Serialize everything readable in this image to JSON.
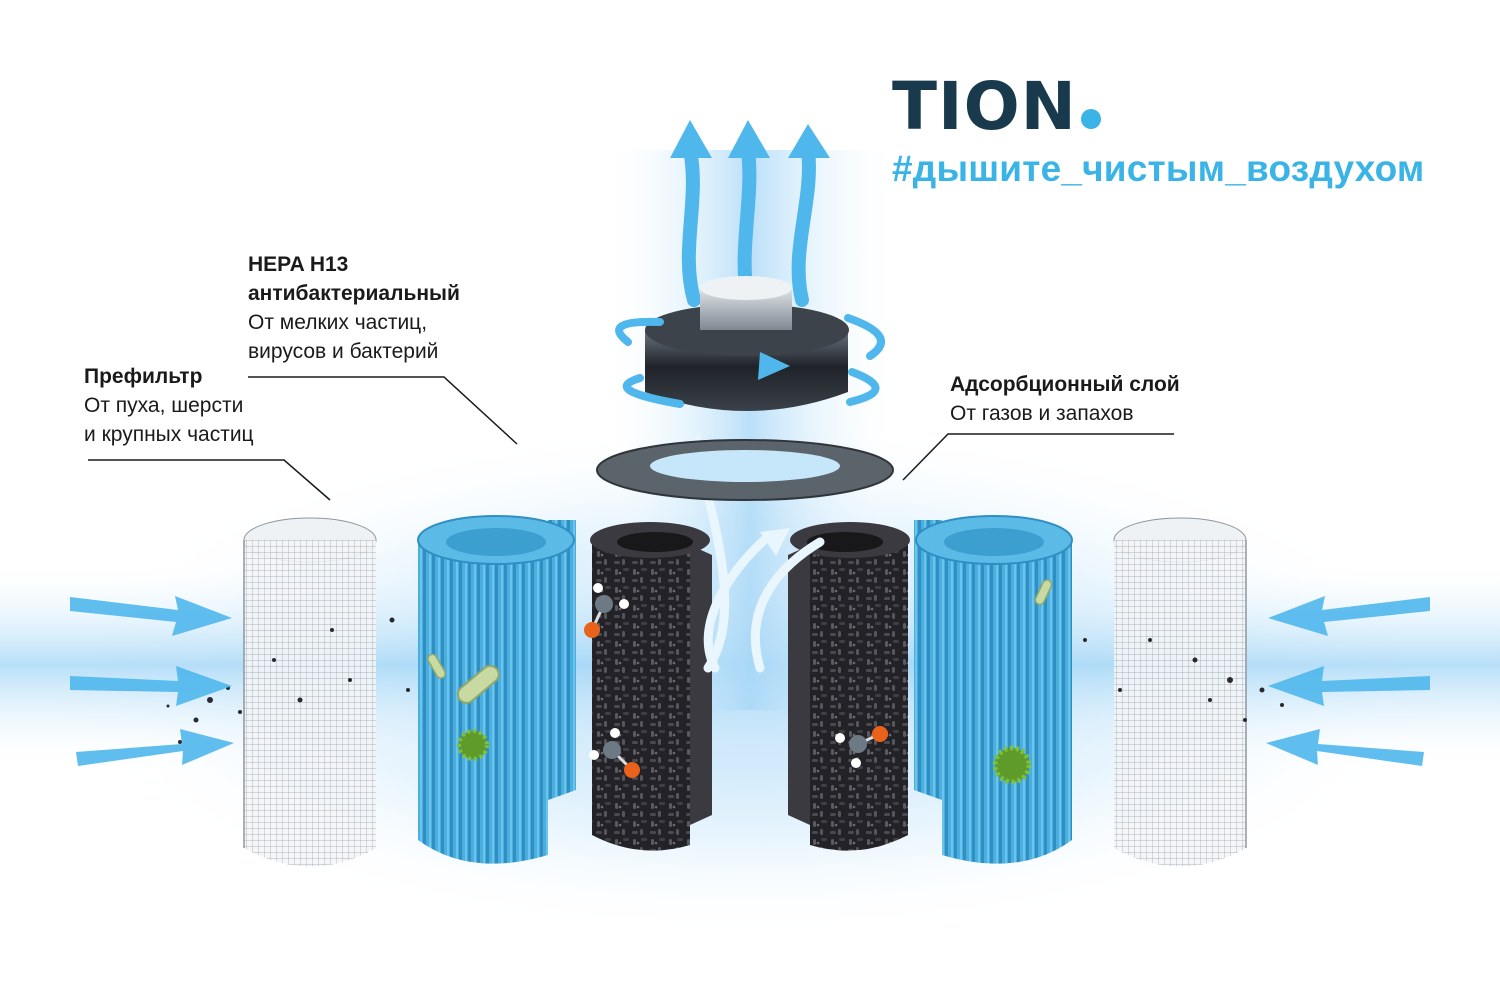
{
  "brand": {
    "logo_text": "TION",
    "hashtag": "#дышите_чистым_воздухом",
    "logo_color": "#183a4c",
    "accent_color": "#3ab4e6"
  },
  "labels": {
    "hepa": {
      "title_line1": "HEPA H13",
      "title_line2": "антибактериальный",
      "sub_line1": "От мелких частиц,",
      "sub_line2": "вирусов и бактерий"
    },
    "prefilter": {
      "title": "Префильтр",
      "sub_line1": "От пуха, шерсти",
      "sub_line2": "и крупных частиц"
    },
    "adsorption": {
      "title": "Адсорбционный слой",
      "sub_line1": "От газов и запахов"
    }
  },
  "colors": {
    "hepa_blue": "#44a9d6",
    "carbon": "#2a2a2e",
    "airflow": "#4fb7ec",
    "mesh": "#9aa3ab"
  }
}
